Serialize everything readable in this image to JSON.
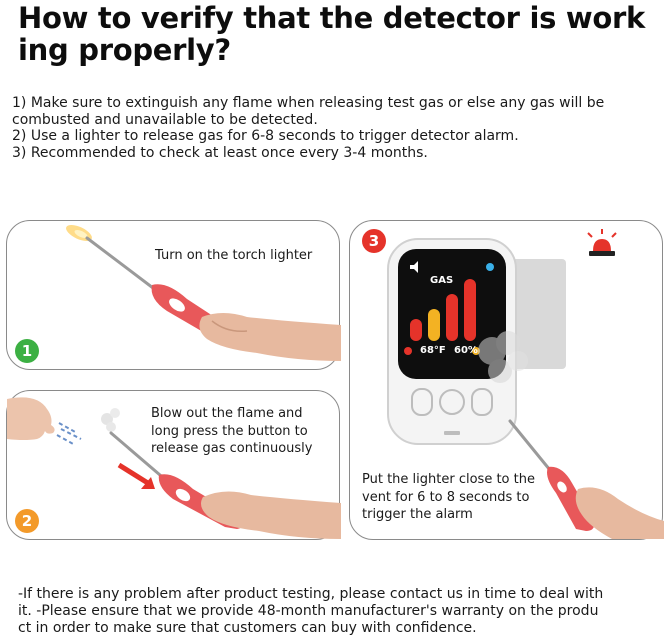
{
  "title": {
    "line1": "How to verify that the detector is work",
    "line2": "ing properly?"
  },
  "steps": [
    "1)  Make sure to extinguish any flame when releasing test gas or else any gas will be",
    "combusted and unavailable to be detected.",
    "2)  Use a lighter to release gas for 6-8 seconds to trigger detector alarm.",
    "3)  Recommended to check at least once every 3-4 months."
  ],
  "panel1": {
    "badge": "1",
    "caption": "Turn on the torch lighter"
  },
  "panel2": {
    "badge": "2",
    "caption": [
      "Blow out the flame and",
      "long press the button to",
      "release gas continuously"
    ]
  },
  "panel3": {
    "badge": "3",
    "caption": [
      "Put the lighter close to the",
      "vent for 6 to 8 seconds to",
      "trigger the alarm"
    ],
    "screen": {
      "label": "GAS",
      "temperature": "68°F",
      "humidity": "60%"
    }
  },
  "footer": [
    "-If there is any problem after product testing, please contact us in time to deal with",
    "it. -Please ensure that we provide 48-month manufacturer's warranty on the produ",
    "ct in order to make sure that customers can buy with confidence."
  ],
  "colors": {
    "green": "#3cb043",
    "orange": "#f39a2a",
    "red": "#e5332a",
    "lighter": "#e8585a"
  },
  "icons": [
    "lighter-icon",
    "flame-icon",
    "face-icon",
    "hand-icon",
    "arrow-icon",
    "detector-icon",
    "alarm-light-icon",
    "gas-smoke-icon"
  ]
}
